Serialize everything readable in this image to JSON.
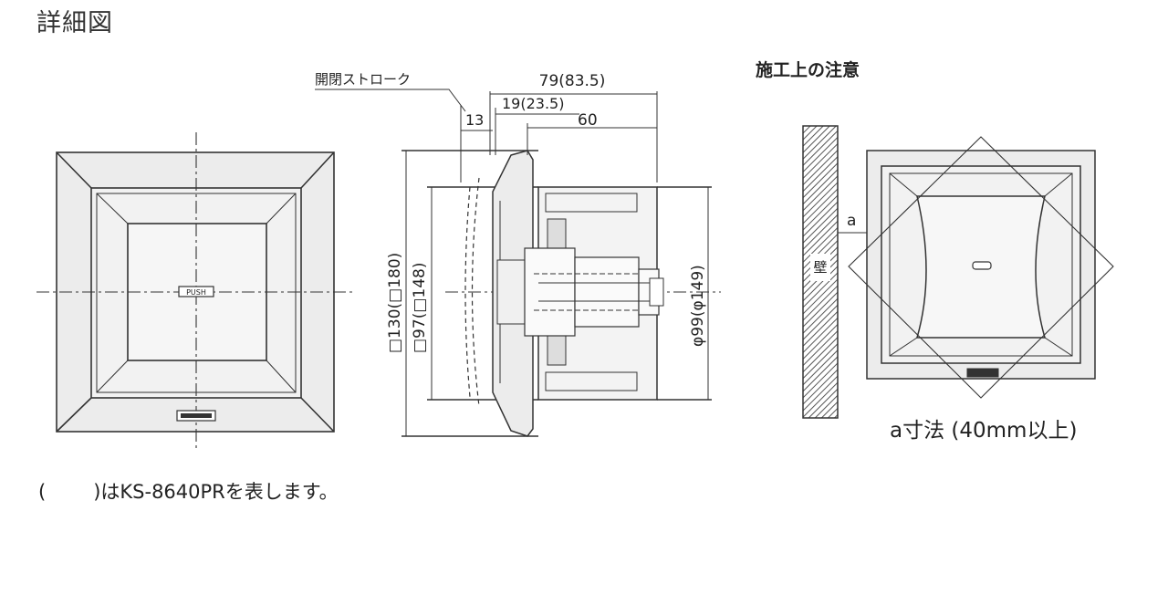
{
  "header": {
    "title": "詳細図"
  },
  "note": {
    "title": "施工上の注意"
  },
  "front_view": {
    "push_label": "PUSH",
    "badge_label": ""
  },
  "side_view": {
    "stroke_label": "開閉ストローク",
    "dim_total": "79(83.5)",
    "dim_13": "13",
    "dim_19": "19(23.5)",
    "dim_60": "60",
    "dim_130": "□130(□180)",
    "dim_97": "□97(□148)",
    "dim_phi": "φ99(φ149)"
  },
  "install_view": {
    "wall_label": "壁",
    "a_label": "a",
    "a_dimension": "a寸法 (40mm以上)"
  },
  "footnote": {
    "open": "(",
    "text": ")はKS-8640PRを表します。"
  },
  "colors": {
    "panel_fill": "#ececec",
    "line": "#333333",
    "wall_hatch": "#555555"
  }
}
